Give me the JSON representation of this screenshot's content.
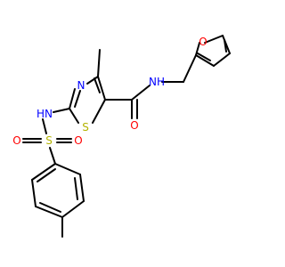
{
  "colors": {
    "bond": "#000000",
    "nitrogen": "#0000ff",
    "oxygen": "#ff0000",
    "sulfur": "#b3b300",
    "background": "#ffffff"
  },
  "atoms": [
    {
      "id": "o_furan",
      "label": "O",
      "element": "oxygen"
    },
    {
      "id": "nh_amide",
      "label": "NH",
      "element": "nitrogen"
    },
    {
      "id": "n_thiazole",
      "label": "N",
      "element": "nitrogen"
    },
    {
      "id": "o_carbonyl",
      "label": "O",
      "element": "oxygen"
    },
    {
      "id": "s_thiazole",
      "label": "S",
      "element": "sulfur"
    },
    {
      "id": "hn_sulfonamide",
      "label": "HN",
      "element": "nitrogen"
    },
    {
      "id": "s_sulfonyl",
      "label": "S",
      "element": "sulfur"
    },
    {
      "id": "o_sulfonyl_left",
      "label": "O",
      "element": "oxygen"
    },
    {
      "id": "o_sulfonyl_right",
      "label": "O",
      "element": "oxygen"
    }
  ]
}
